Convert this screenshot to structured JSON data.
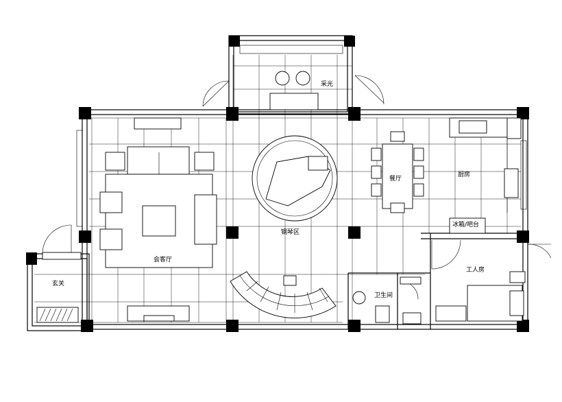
{
  "rooms": {
    "balcony": "采光",
    "living_room": "会客厅",
    "piano_area": "钢琴区",
    "dining": "餐厅",
    "kitchen": "厨房",
    "foyer": "玄关",
    "bathroom": "卫生间",
    "maid_room": "工人房",
    "kitchen_appliance": "冰箱/吧台"
  }
}
